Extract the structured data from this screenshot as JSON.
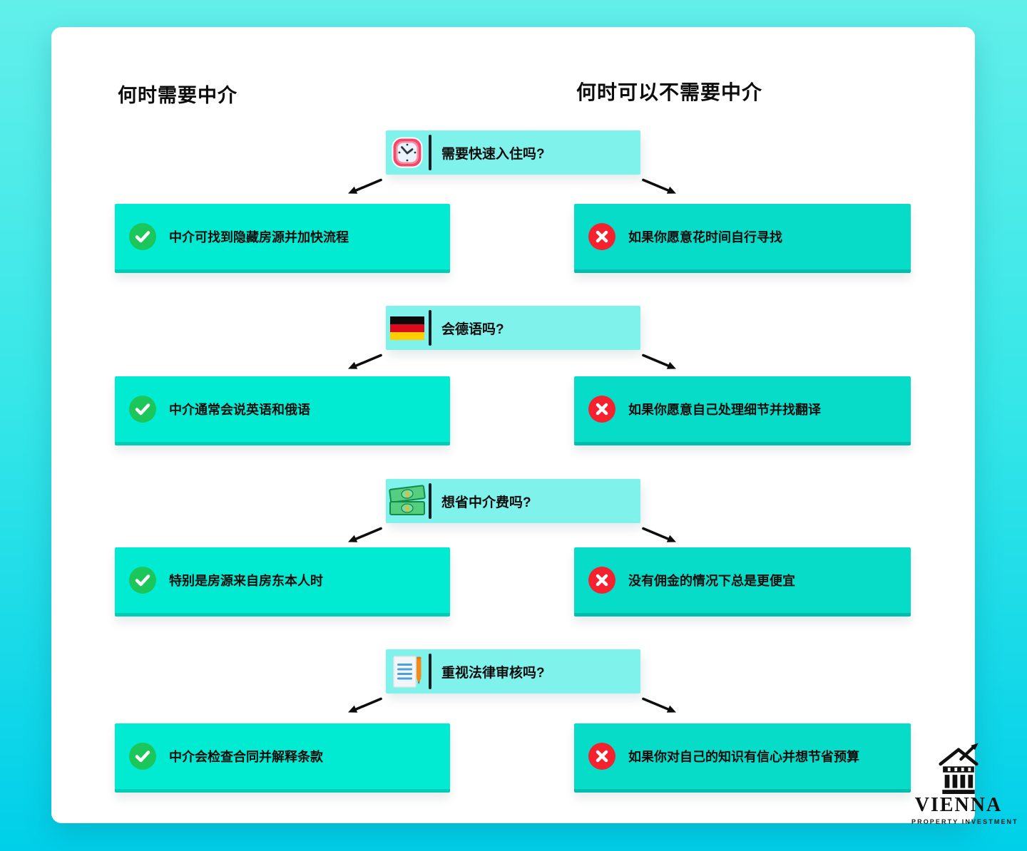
{
  "headers": {
    "left": "何时需要中介",
    "right": "何时可以不需要中介"
  },
  "rows": [
    {
      "icon": "clock-icon",
      "question": "需要快速入住吗?",
      "yes": "中介可找到隐藏房源并加快流程",
      "no": "如果你愿意花时间自行寻找"
    },
    {
      "icon": "german-flag-icon",
      "question": "会德语吗?",
      "yes": "中介通常会说英语和俄语",
      "no": "如果你愿意自己处理细节并找翻译"
    },
    {
      "icon": "money-icon",
      "question": "想省中介费吗?",
      "yes": "特别是房源来自房东本人时",
      "no": "没有佣金的情况下总是更便宜"
    },
    {
      "icon": "document-pen-icon",
      "question": "重视法律审核吗?",
      "yes": "中介会检查合同并解释条款",
      "no": "如果你对自己的知识有信心并想节省预算"
    }
  ],
  "logo": {
    "brand": "VIENNA",
    "tagline": "PROPERTY INVESTMENT"
  },
  "colors": {
    "background_top": "#62EFEA",
    "background_bottom": "#00CFE9",
    "card": "#FFFFFF",
    "question_box": "#7EF2EB",
    "answer_yes_box": "#00EBD1",
    "answer_no_box": "#07DCC8",
    "check_green": "#1BC75A",
    "cross_red": "#F6212F",
    "text": "#0D0D0D"
  }
}
